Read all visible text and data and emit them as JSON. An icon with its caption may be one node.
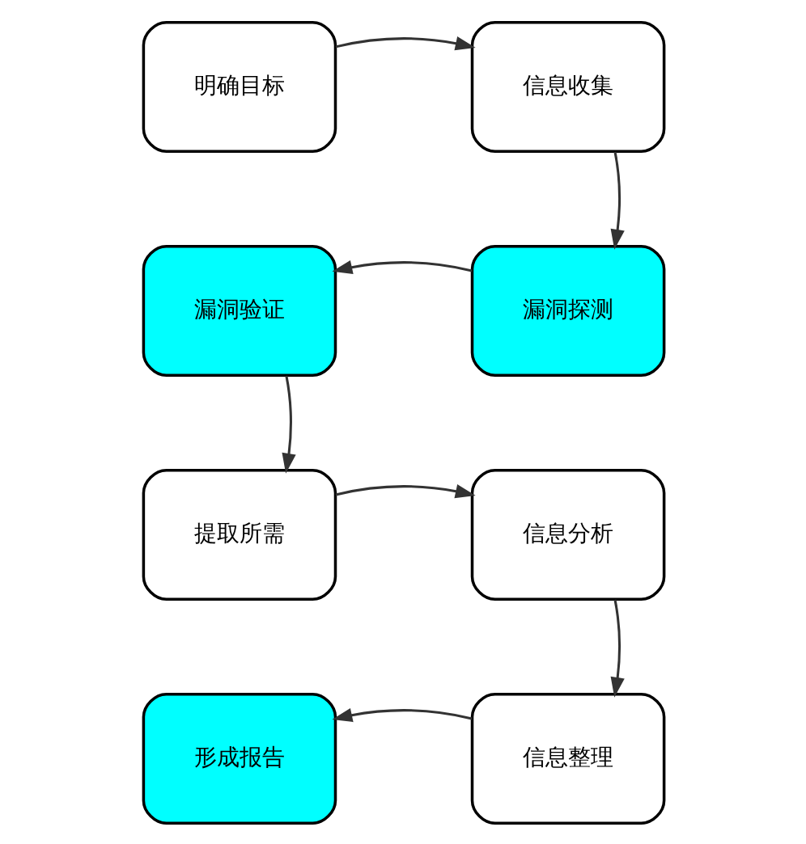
{
  "diagram": {
    "nodes": [
      {
        "text": [
          "明确目标"
        ]
      },
      {
        "text": [
          "信息收集"
        ]
      },
      {
        "text": [
          "漏洞探测"
        ]
      },
      {
        "text": [
          "漏洞验证"
        ]
      },
      {
        "text": [
          "提取所需"
        ]
      },
      {
        "text": [
          "信息分析"
        ]
      },
      {
        "text": [
          "信息整理"
        ]
      },
      {
        "text": [
          "形成报告"
        ]
      }
    ],
    "edges": [
      {
        "from": 0,
        "to": 1,
        "arrow": "to"
      },
      {
        "from": 1,
        "to": 2,
        "arrow": "to"
      },
      {
        "from": 2,
        "to": 3,
        "arrow": "to"
      },
      {
        "from": 3,
        "to": 4,
        "arrow": "to"
      },
      {
        "from": 4,
        "to": 5,
        "arrow": "to"
      },
      {
        "from": 5,
        "to": 6,
        "arrow": "to"
      },
      {
        "from": 6,
        "to": 7,
        "arrow": "to"
      }
    ]
  }
}
